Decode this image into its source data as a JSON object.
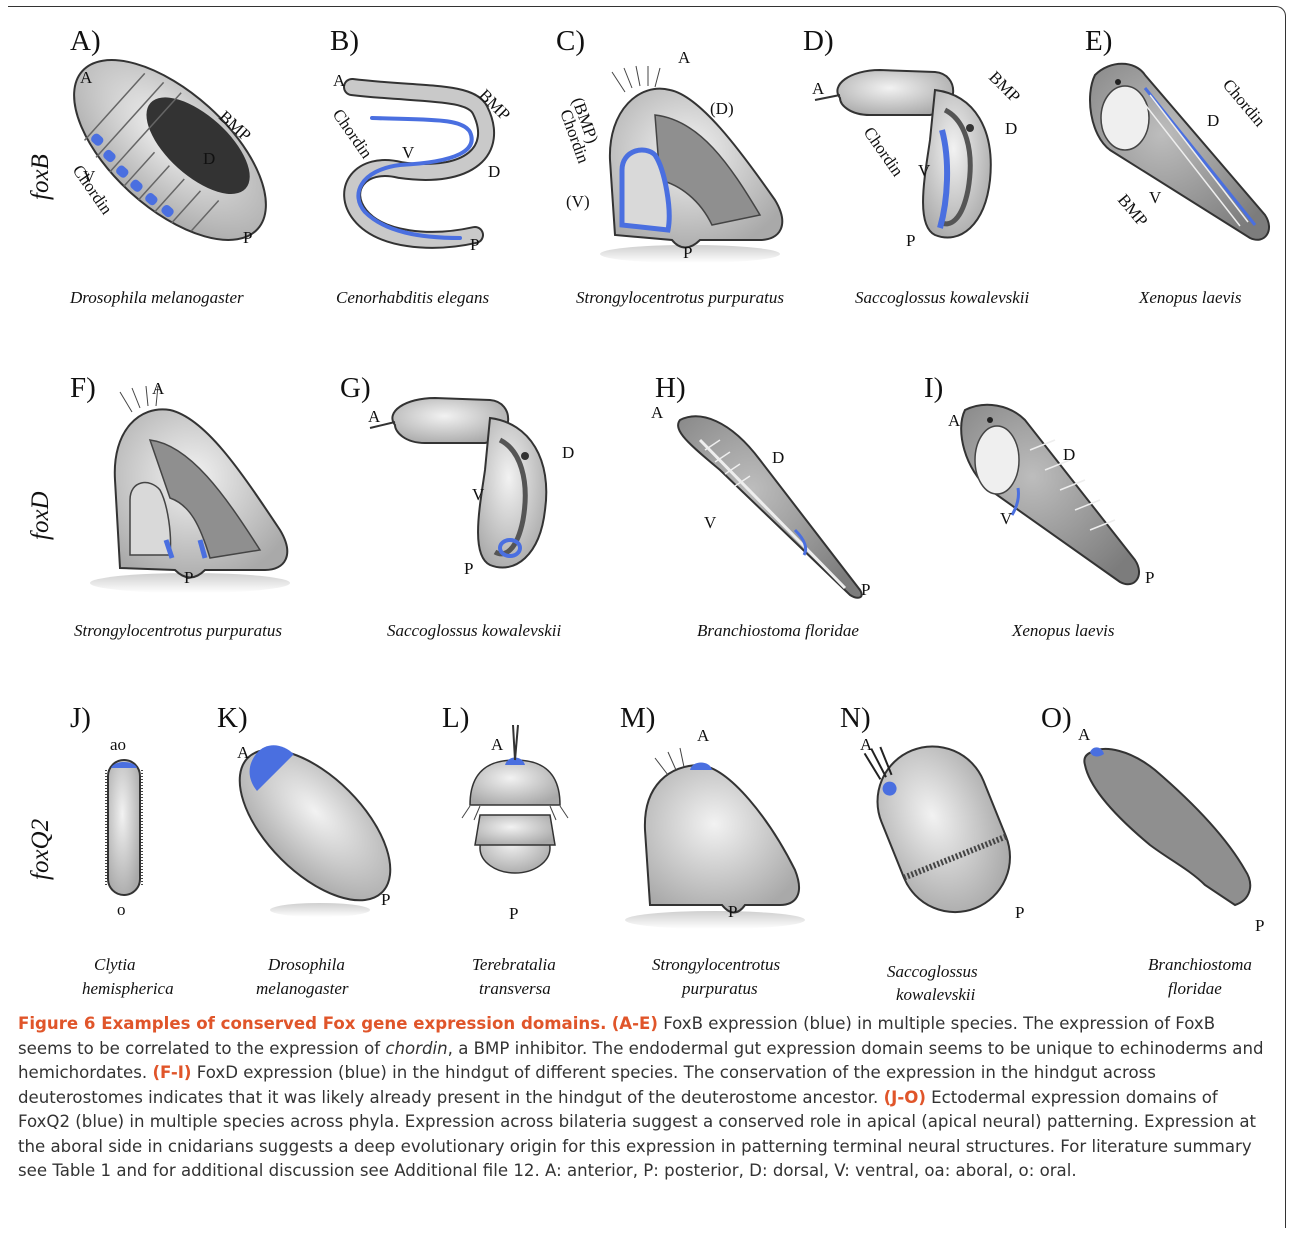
{
  "panels": {
    "A": {
      "letter": "A)",
      "species": "Drosophila melanogaster",
      "labels": {
        "a": "A",
        "d": "D",
        "v": "V",
        "p": "P",
        "bmp": "BMP",
        "chordin": "Chordin"
      }
    },
    "B": {
      "letter": "B)",
      "species": "Cenorhabditis elegans",
      "labels": {
        "a": "A",
        "d": "D",
        "v": "V",
        "p": "P",
        "bmp": "BMP",
        "chordin": "Chordin"
      }
    },
    "C": {
      "letter": "C)",
      "species": "Strongylocentrotus purpuratus",
      "labels": {
        "a": "A",
        "d": "(D)",
        "v": "(V)",
        "p": "P",
        "bmp": "(BMP)",
        "chordin": "Chordin"
      }
    },
    "D": {
      "letter": "D)",
      "species": "Saccoglossus kowalevskii",
      "labels": {
        "a": "A",
        "d": "D",
        "v": "V",
        "p": "P",
        "bmp": "BMP",
        "chordin": "Chordin"
      }
    },
    "E": {
      "letter": "E)",
      "species": "Xenopus laevis",
      "labels": {
        "d": "D",
        "v": "V",
        "bmp": "BMP",
        "chordin": "Chordin"
      }
    },
    "F": {
      "letter": "F)",
      "species": "Strongylocentrotus purpuratus",
      "labels": {
        "a": "A",
        "p": "P"
      }
    },
    "G": {
      "letter": "G)",
      "species": "Saccoglossus kowalevskii",
      "labels": {
        "a": "A",
        "d": "D",
        "v": "V",
        "p": "P"
      }
    },
    "H": {
      "letter": "H)",
      "species": "Branchiostoma floridae",
      "labels": {
        "a": "A",
        "d": "D",
        "v": "V",
        "p": "P"
      }
    },
    "I": {
      "letter": "I)",
      "species": "Xenopus laevis",
      "labels": {
        "a": "A",
        "d": "D",
        "v": "V",
        "p": "P"
      }
    },
    "J": {
      "letter": "J)",
      "species_line1": "Clytia",
      "species_line2": "hemispherica",
      "labels": {
        "ao": "ao",
        "o": "o"
      }
    },
    "K": {
      "letter": "K)",
      "species_line1": "Drosophila",
      "species_line2": "melanogaster",
      "labels": {
        "a": "A",
        "p": "P"
      }
    },
    "L": {
      "letter": "L)",
      "species_line1": "Terebratalia",
      "species_line2": "transversa",
      "labels": {
        "a": "A",
        "p": "P"
      }
    },
    "M": {
      "letter": "M)",
      "species_line1": "Strongylocentrotus",
      "species_line2": "purpuratus",
      "labels": {
        "a": "A",
        "p": "P"
      }
    },
    "N": {
      "letter": "N)",
      "species_line1": "Saccoglossus",
      "species_line2": "kowalevskii",
      "labels": {
        "a": "A",
        "p": "P"
      }
    },
    "O": {
      "letter": "O)",
      "species_line1": "Branchiostoma",
      "species_line2": "floridae",
      "labels": {
        "a": "A",
        "p": "P"
      }
    }
  },
  "rows": {
    "foxB": "foxB",
    "foxD": "foxD",
    "foxQ2": "foxQ2"
  },
  "colors": {
    "expression": "#4a6fe0",
    "body_light": "#d2d2d2",
    "body_mid": "#a8a8a8",
    "body_dark": "#3a3a3a",
    "outline": "#333333"
  },
  "caption": {
    "title": "Figure 6 Examples of conserved Fox gene expression domains.",
    "range1": "(A-E)",
    "text1": " FoxB expression (blue) in multiple species. The expression of FoxB seems to be correlated to the expression of ",
    "chordin": "chordin",
    "text2": ", a BMP inhibitor. The endodermal gut expression domain seems to be unique to echinoderms and hemichordates. ",
    "range2": "(F-I)",
    "text3": " FoxD expression (blue) in the hindgut of different species. The conservation of the expression in the hindgut across deuterostomes indicates that it was likely already present in the hindgut of the deuterostome ancestor. ",
    "range3": "(J-O)",
    "text4": " Ectodermal expression domains of FoxQ2 (blue) in multiple species across phyla. Expression across bilateria suggest a conserved role in apical (apical neural) patterning. Expression at the aboral side in cnidarians suggests a deep evolutionary origin for this expression in patterning terminal neural structures. For literature summary see Table 1 and for additional discussion see Additional file 12. A: anterior, P: posterior, D: dorsal, V: ventral, oa: aboral, o: oral."
  }
}
